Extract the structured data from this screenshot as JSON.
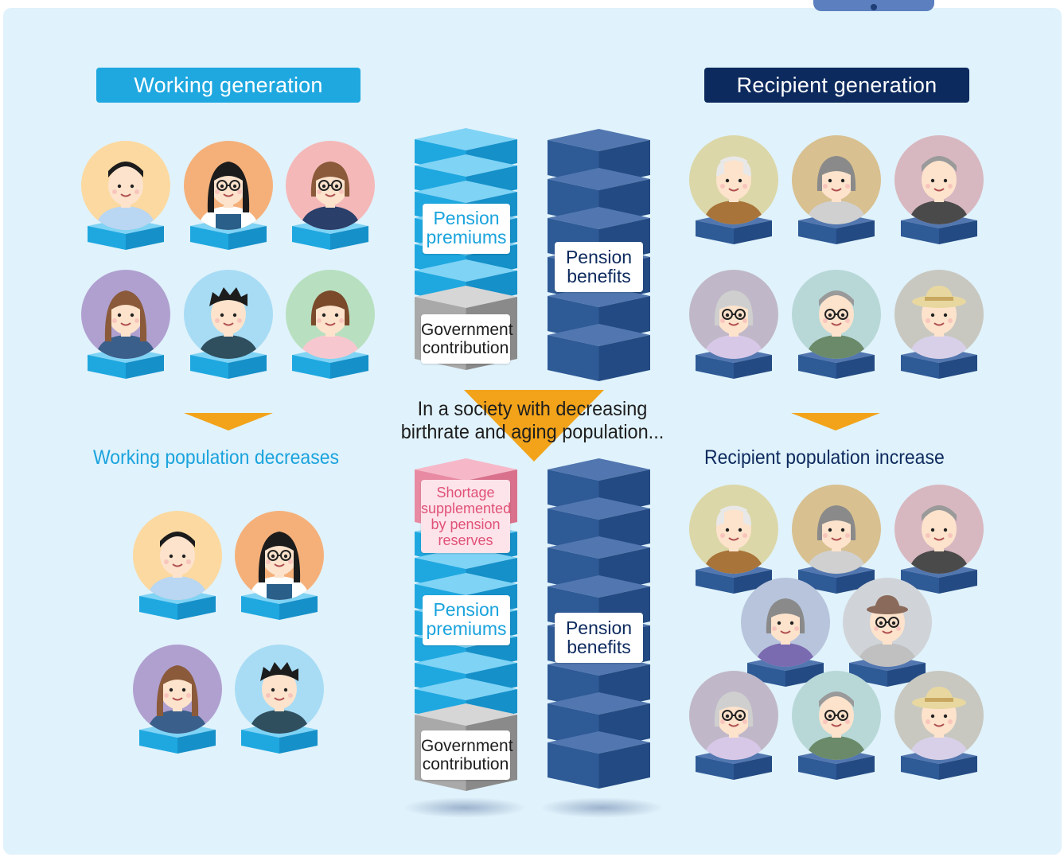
{
  "labels": {
    "working_generation": "Working generation",
    "recipient_generation": "Recipient generation",
    "working_decrease": "Working population decreases",
    "recipient_increase": "Recipient population increase",
    "society_line1": "In a society with decreasing",
    "society_line2": "birthrate and aging population..."
  },
  "top_stack": {
    "premiums": [
      "Pension",
      "premiums"
    ],
    "government": [
      "Government",
      "contribution"
    ],
    "benefits": [
      "Pension",
      "benefits"
    ]
  },
  "bottom_stack": {
    "shortage": [
      "Shortage",
      "supplemented",
      "by pension",
      "reserves"
    ],
    "premiums": [
      "Pension",
      "premiums"
    ],
    "government": [
      "Government",
      "contribution"
    ],
    "benefits": [
      "Pension",
      "benefits"
    ]
  },
  "colors": {
    "working": "#1fa8e0",
    "recipient": "#0d2a5e",
    "arrow": "#f2a31a",
    "shortage": "#e05277",
    "benefit_block": "#2e5a96",
    "premium_block": "#1fa8e0",
    "gov_block": "#8f8f8f"
  },
  "people": {
    "working_before": [
      "young-man",
      "woman-glasses",
      "woman-glasses-short",
      "woman-long-hair",
      "young-man-spiky",
      "woman-ponytail"
    ],
    "recipient_before": [
      "elder-man-bald",
      "elder-woman-pearls",
      "elder-man-suit",
      "elder-woman-glasses",
      "elder-man-vest",
      "elder-woman-hat"
    ],
    "working_after": [
      "young-man",
      "woman-glasses",
      "woman-long-hair",
      "young-man-spiky"
    ],
    "recipient_after": [
      "elder-man-bald",
      "elder-woman-pearls",
      "elder-man-suit",
      "elder-woman-purple",
      "elder-man-hat",
      "elder-woman-glasses",
      "elder-man-vest",
      "elder-woman-hat"
    ]
  }
}
